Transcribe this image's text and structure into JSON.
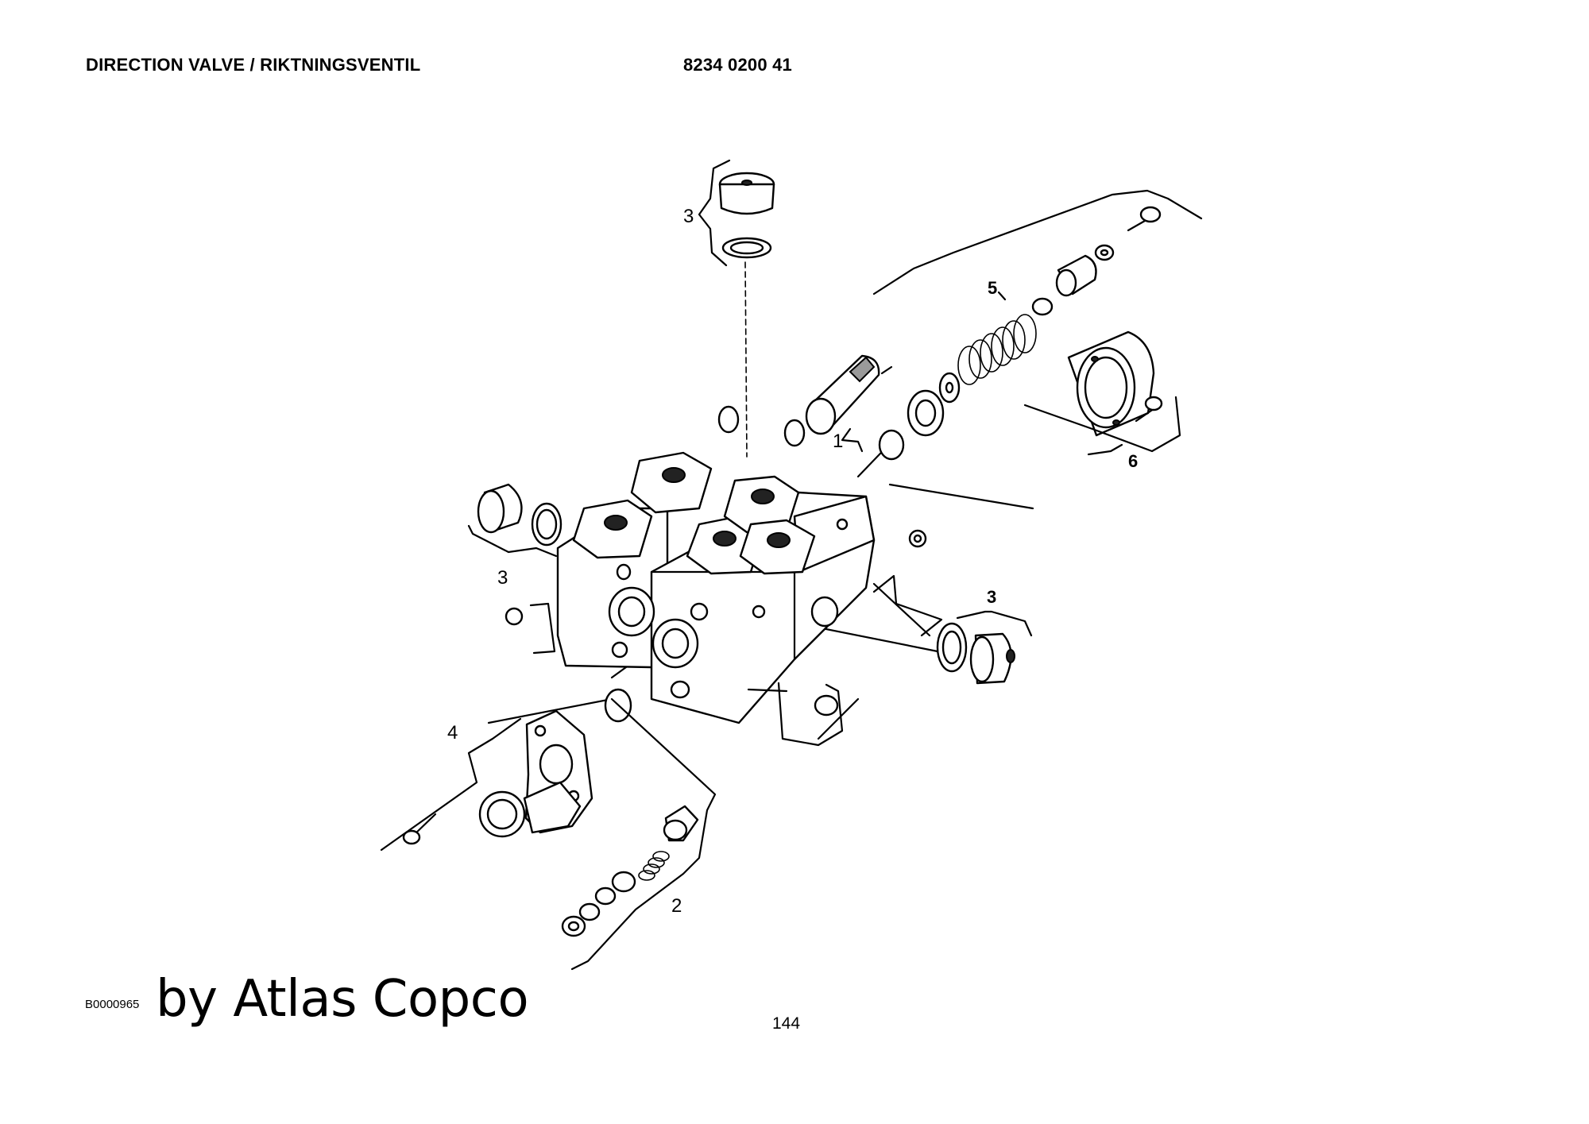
{
  "header": {
    "title": "DIRECTION VALVE / RIKTNINGSVENTIL",
    "part_number": "8234 0200 41"
  },
  "diagram": {
    "labels": {
      "top_plug": "3",
      "spool": "1",
      "spring_kit": "5",
      "cover": "6",
      "left_plug": "3",
      "right_plug": "3",
      "flange": "4",
      "relief": "2"
    }
  },
  "footer": {
    "image_code": "B0000965",
    "brand": "by Atlas Copco",
    "page_number": "144"
  }
}
